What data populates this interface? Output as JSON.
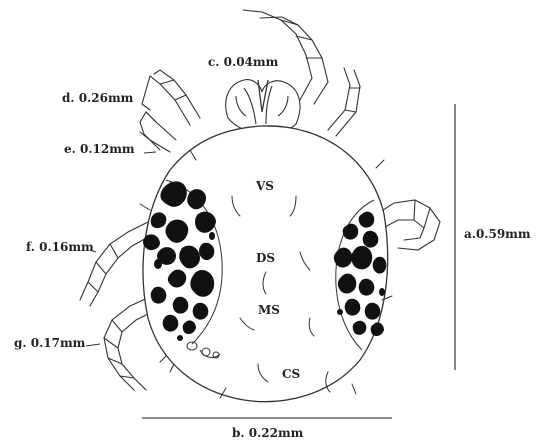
{
  "measurements": {
    "a": "a.0.59mm",
    "b": "b. 0.22mm",
    "c": "c. 0.04mm",
    "d": "d. 0.26mm",
    "e": "e. 0.12mm",
    "f": "f. 0.16mm",
    "g": "g. 0.17mm"
  },
  "regions": {
    "vs": "VS",
    "ds": "DS",
    "ms": "MS",
    "cs": "CS"
  },
  "colors": {
    "ink": "#222222",
    "spots": "#111111",
    "background": "#ffffff"
  }
}
